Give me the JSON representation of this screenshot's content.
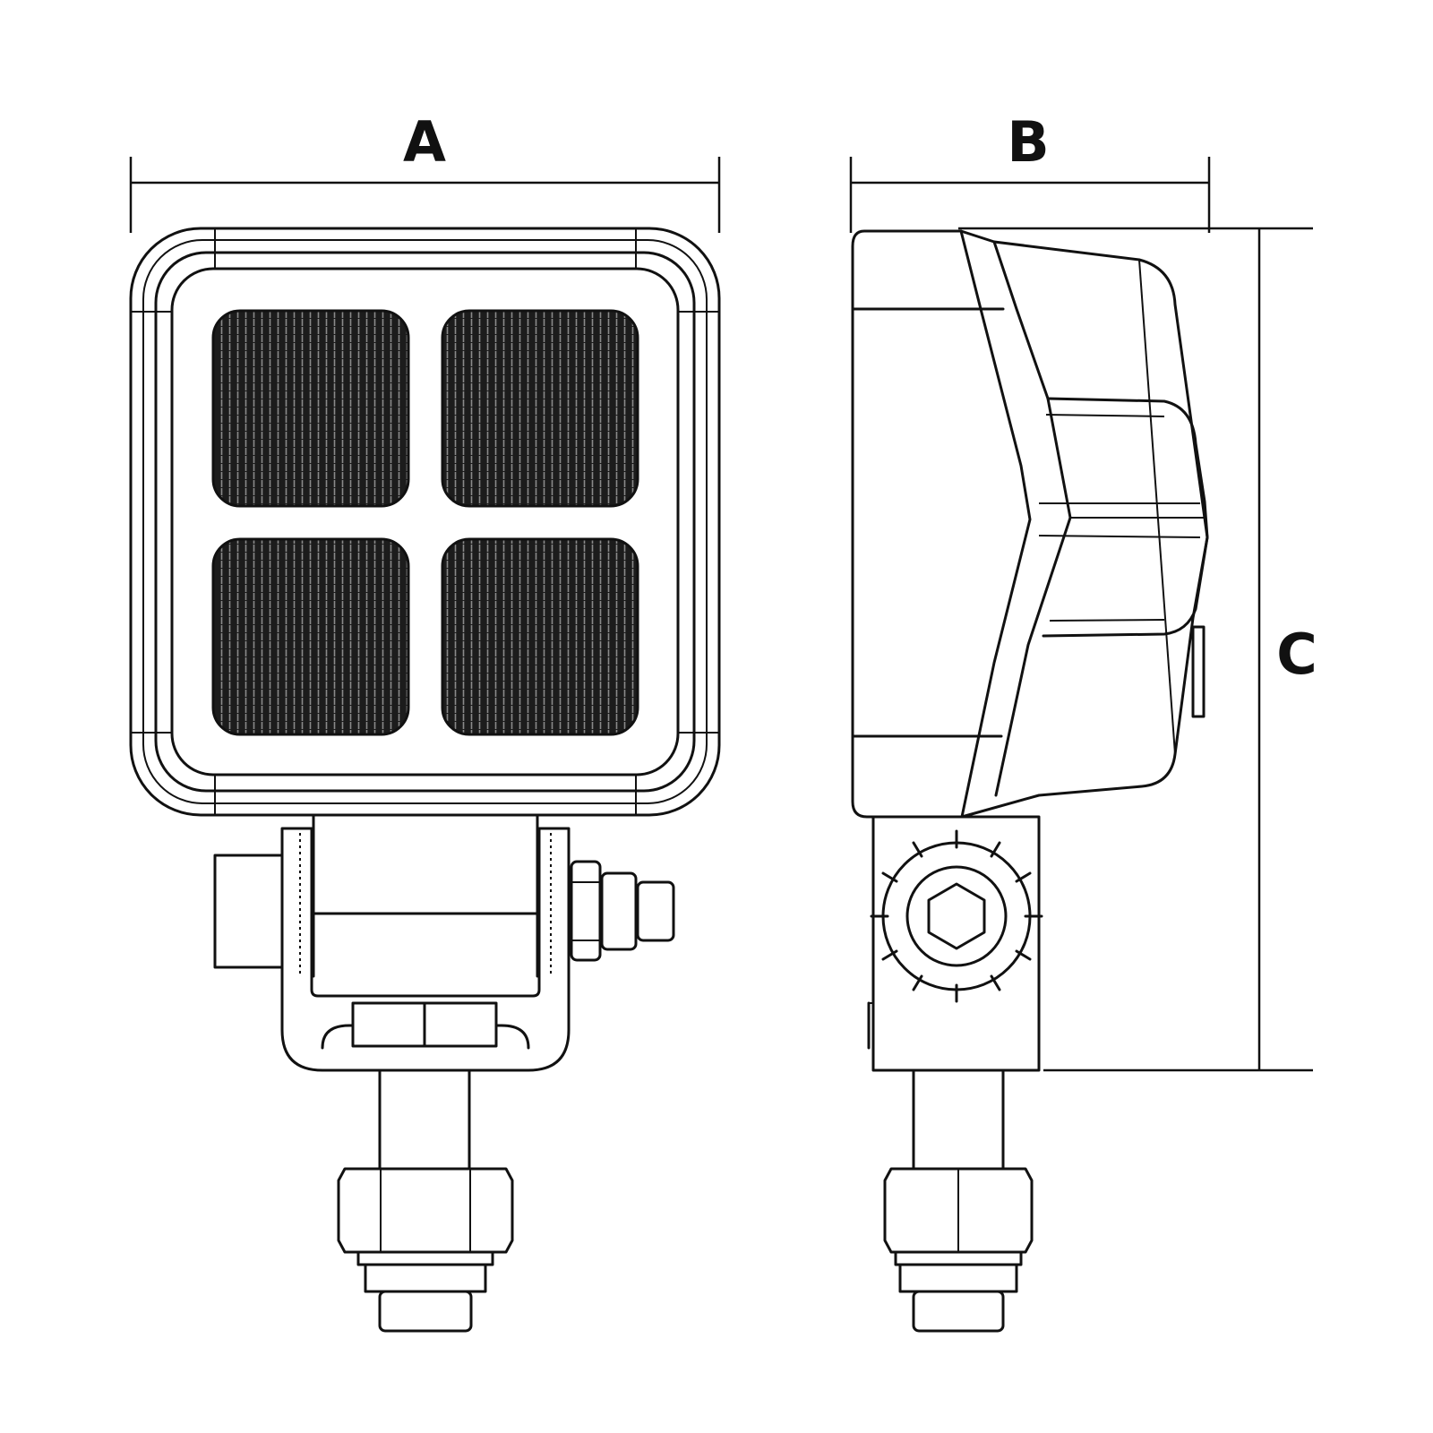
{
  "dimensions": {
    "width_label": "A",
    "depth_label": "B",
    "height_label": "C"
  },
  "colors": {
    "line": "#111111",
    "lens": "#1c1c1c",
    "lens_stripe": "#8a8a8a",
    "background": "#ffffff"
  }
}
